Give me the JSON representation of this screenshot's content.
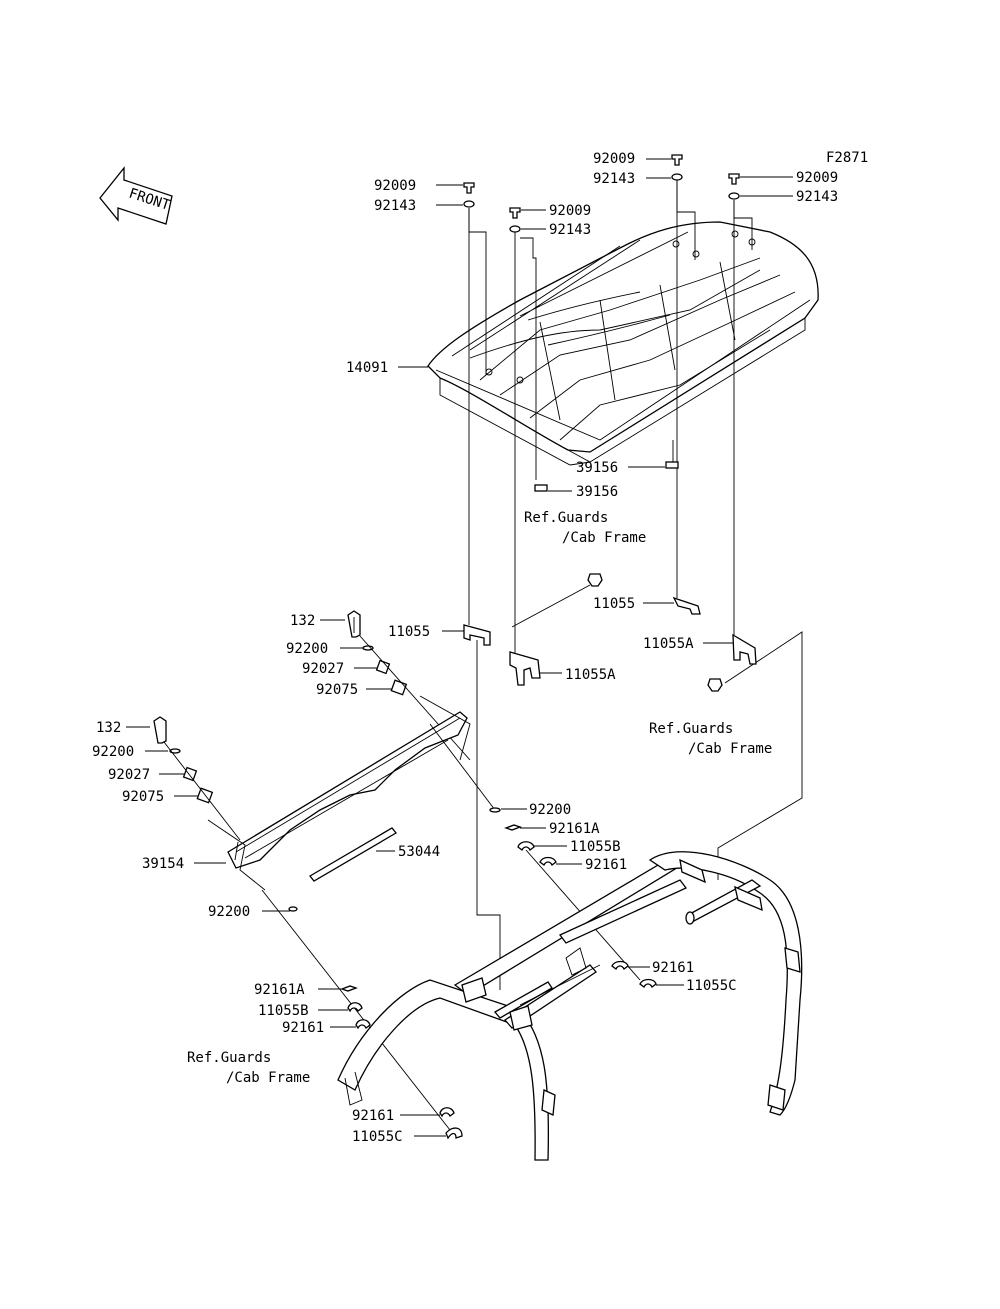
{
  "figure_code": "F2871",
  "front_arrow_text": "FRONT",
  "labels": {
    "l_92009_a": "92009",
    "l_92143_a": "92143",
    "l_92009_b": "92009",
    "l_92143_b": "92143",
    "l_92009_c": "92009",
    "l_92143_c": "92143",
    "l_92009_d": "92009",
    "l_92143_d": "92143",
    "l_14091": "14091",
    "l_39156_a": "39156",
    "l_39156_b": "39156",
    "l_ref1_a": "Ref.Guards",
    "l_ref1_b": "/Cab Frame",
    "l_11055_a": "11055",
    "l_11055_b": "11055",
    "l_11055A_a": "11055A",
    "l_11055A_b": "11055A",
    "l_ref2_a": "Ref.Guards",
    "l_ref2_b": "/Cab Frame",
    "l_132_a": "132",
    "l_92200_a": "92200",
    "l_92027_a": "92027",
    "l_92075_a": "92075",
    "l_132_b": "132",
    "l_92200_b": "92200",
    "l_92027_b": "92027",
    "l_92075_b": "92075",
    "l_92200_c": "92200",
    "l_92161A_a": "92161A",
    "l_11055B_a": "11055B",
    "l_92161_a": "92161",
    "l_39154": "39154",
    "l_53044": "53044",
    "l_92200_d": "92200",
    "l_92161_b": "92161",
    "l_11055C_a": "11055C",
    "l_92161A_b": "92161A",
    "l_11055B_b": "11055B",
    "l_92161_c": "92161",
    "l_ref3_a": "Ref.Guards",
    "l_ref3_b": "/Cab Frame",
    "l_92161_d": "92161",
    "l_11055C_b": "11055C"
  }
}
